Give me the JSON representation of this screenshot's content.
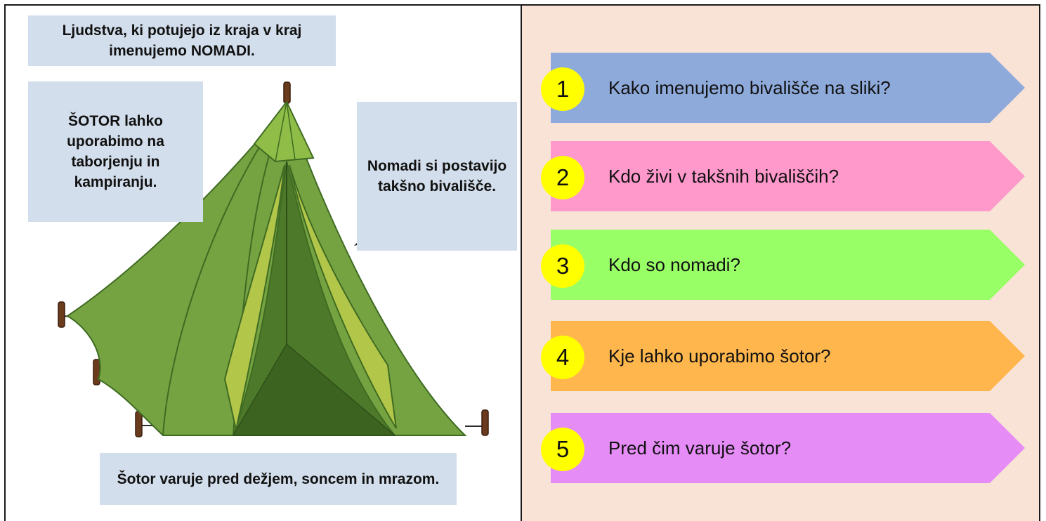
{
  "notes": {
    "top": "Ljudstva, ki potujejo iz kraja v kraj imenujemo NOMADI.",
    "left": "ŠOTOR lahko uporabimo na taborjenju in kampiranju.",
    "right": "Nomadi si postavijo takšno bivališče.",
    "bottom": "Šotor varuje pred dežjem, soncem in mrazom."
  },
  "questions": [
    {
      "number": "1",
      "text": "Kako imenujemo bivališče na sliki?",
      "color": "#8eaadb"
    },
    {
      "number": "2",
      "text": "Kdo živi v takšnih bivališčih?",
      "color": "#ff99cc"
    },
    {
      "number": "3",
      "text": "Kdo so nomadi?",
      "color": "#99ff66"
    },
    {
      "number": "4",
      "text": "Kje lahko uporabimo šotor?",
      "color": "#ffb74d"
    },
    {
      "number": "5",
      "text": "Pred čim varuje šotor?",
      "color": "#e58cf7"
    }
  ],
  "colors": {
    "number_circle": "#ffff00",
    "right_background": "#f9e3d6",
    "note_background": "#d3deec",
    "tent_main": "#76a342",
    "tent_dark": "#4d7a2a",
    "tent_light": "#b2c64a"
  }
}
